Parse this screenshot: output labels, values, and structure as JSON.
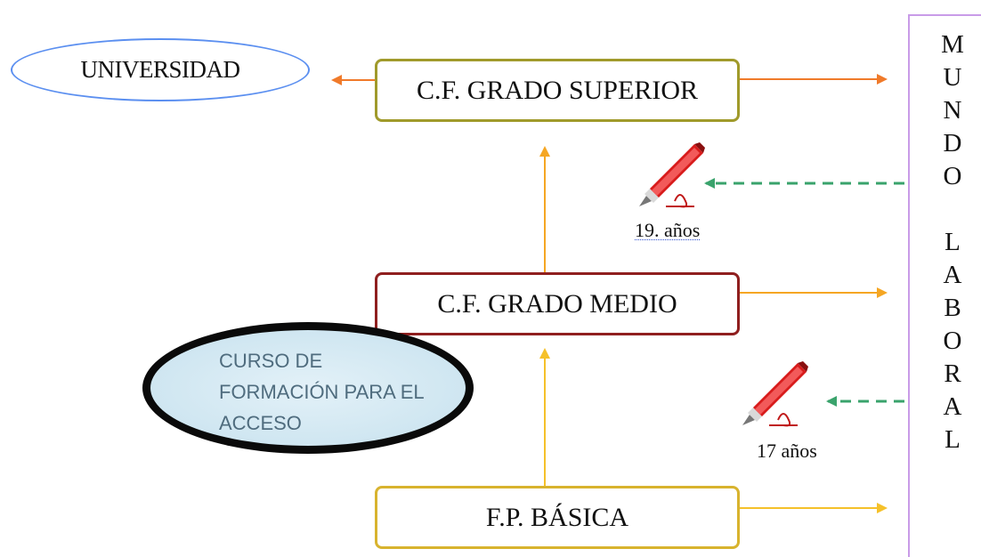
{
  "nodes": {
    "universidad": "UNIVERSIDAD",
    "grado_superior": "C.F. GRADO SUPERIOR",
    "grado_medio": "C.F. GRADO MEDIO",
    "fp_basica": "F.P. BÁSICA",
    "curso_acceso": [
      "CURSO DE",
      "FORMACIÓN PARA EL",
      "ACCESO"
    ],
    "mundo_laboral": [
      "M",
      "U",
      "N",
      "D",
      "O",
      "",
      "L",
      "A",
      "B",
      "O",
      "R",
      "A",
      "L"
    ]
  },
  "ages": {
    "upper": "19. años",
    "lower": "17 años"
  },
  "icons": {
    "pen": "red-pen-icon"
  },
  "colors": {
    "orange": "#f07a2a",
    "amber": "#f5a623",
    "yellow": "#f5c12a",
    "green_dashed": "#3aa36c",
    "pen_red": "#d81c1c"
  }
}
